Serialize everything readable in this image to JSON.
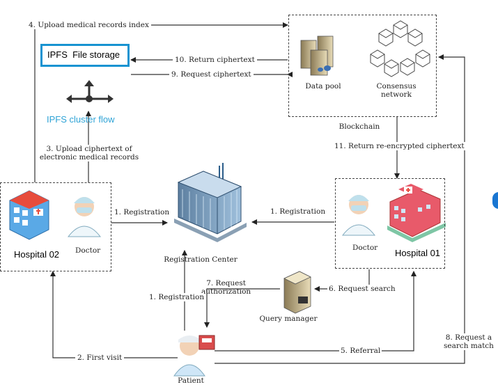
{
  "blockchain": {
    "data_pool": "Data pool",
    "consensus": "Consensus network",
    "label": "Blockchain"
  },
  "ipfs": {
    "file_storage": "IPFS  File storage",
    "cluster_flow": "IPFS cluster flow"
  },
  "hospital02": {
    "name": "Hospital 02",
    "doctor": "Doctor"
  },
  "hospital01": {
    "name": "Hospital 01",
    "doctor": "Doctor"
  },
  "registration_center": "Registration Center",
  "query_manager": "Query manager",
  "patient": "Patient",
  "steps": {
    "s1_left": "1. Registration",
    "s1_right": "1. Registration",
    "s1_patient": "1. Registration",
    "s2": "2. First visit",
    "s3_line1": "3. Upload ciphertext of",
    "s3_line2": "electronic medical records",
    "s4": "4. Upload medical records index",
    "s5": "5. Referral",
    "s6": "6. Request search",
    "s7_line1": "7. Request",
    "s7_line2": "authorization",
    "s8_line1": "8. Request a",
    "s8_line2": "search match",
    "s9": "9. Request ciphertext",
    "s10": "10. Return ciphertext",
    "s11": "11. Return re-encrypted ciphertext"
  }
}
